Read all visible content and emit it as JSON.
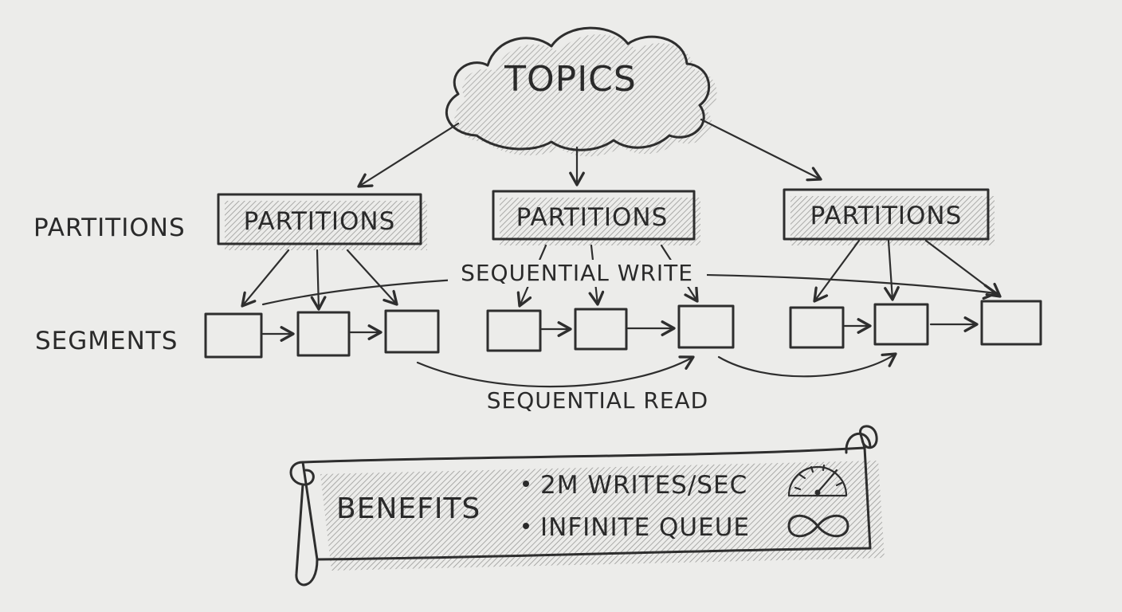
{
  "cloud": {
    "label": "TOPICS"
  },
  "labels": {
    "partitions_row": "PARTITIONS",
    "segments_row": "SEGMENTS",
    "sequential_write": "SEQUENTIAL WRITE",
    "sequential_read": "SEQUENTIAL READ"
  },
  "partitions": [
    {
      "label": "PARTITIONS"
    },
    {
      "label": "PARTITIONS"
    },
    {
      "label": "PARTITIONS"
    }
  ],
  "segment_groups": [
    {
      "count": 3
    },
    {
      "count": 3
    },
    {
      "count": 3
    }
  ],
  "benefits": {
    "title": "BENEFITS",
    "items": [
      {
        "text": "2M WRITES/SEC",
        "icon": "speedometer-icon"
      },
      {
        "text": "INFINITE QUEUE",
        "icon": "infinity-icon"
      }
    ]
  },
  "colors": {
    "paper": "#ececea",
    "ink": "#2e2e2e",
    "shade": "#9a9a98"
  }
}
